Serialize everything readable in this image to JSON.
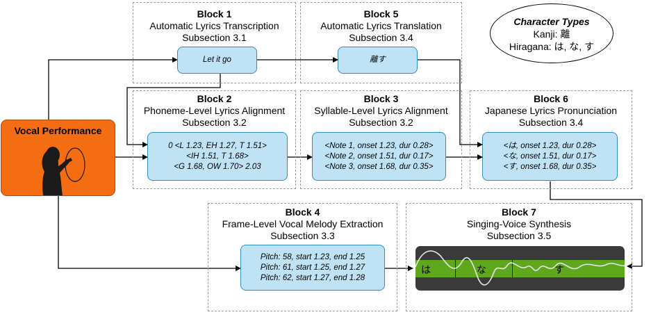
{
  "vocal": {
    "title": "Vocal Performance",
    "icon": "singer-silhouette-icon"
  },
  "legend": {
    "title": "Character Types",
    "kanji": "Kanji: 離",
    "hiragana": "Hiragana: は, な, す"
  },
  "blocks": {
    "b1": {
      "title": "Block 1",
      "name": "Automatic Lyrics Transcription",
      "section": "Subsection 3.1",
      "lines": [
        "Let it go"
      ]
    },
    "b5": {
      "title": "Block 5",
      "name": "Automatic Lyrics Translation",
      "section": "Subsection 3.4",
      "lines": [
        "離す"
      ]
    },
    "b2": {
      "title": "Block 2",
      "name": "Phoneme-Level Lyrics Alignment",
      "section": "Subsection 3.2",
      "lines": [
        "0 <L 1.23, EH 1.27, T 1.51>",
        "<IH 1.51, T 1.68>",
        "<G 1.68, OW 1.70> 2.03"
      ]
    },
    "b3": {
      "title": "Block 3",
      "name": "Syllable-Level Lyrics Alignment",
      "section": "Subsection 3.2",
      "lines": [
        "<Note 1, onset 1.23, dur 0.28>",
        "<Note 2, onset 1.51, dur 0.17>",
        "<Note 3, onset 1.68, dur 0.35>"
      ]
    },
    "b6": {
      "title": "Block 6",
      "name": "Japanese Lyrics Pronunciation",
      "section": "Subsection 3.4",
      "lines": [
        "<は, onset 1.23, dur 0.28>",
        "<な, onset 1.51, dur 0.17>",
        "<す, onset 1.68, dur 0.35>"
      ]
    },
    "b4": {
      "title": "Block 4",
      "name": "Frame-Level Vocal Melody Extraction",
      "section": "Subsection 3.3",
      "lines": [
        "Pitch: 58, start 1.23, end 1.25",
        "Pitch: 61, start 1.25, end 1.27",
        "Pitch: 62, start 1.27, end 1.28"
      ]
    },
    "b7": {
      "title": "Block 7",
      "name": "Singing-Voice Synthesis",
      "section": "Subsection 3.5",
      "syllables": [
        "は",
        "な",
        "す"
      ]
    }
  },
  "colors": {
    "vocal_fill": "#f56d12",
    "node_fill": "#bfe3f5",
    "node_border": "#2a8ec2",
    "synth_bar": "#5fa81e",
    "synth_bg": "#3a3a3a"
  }
}
